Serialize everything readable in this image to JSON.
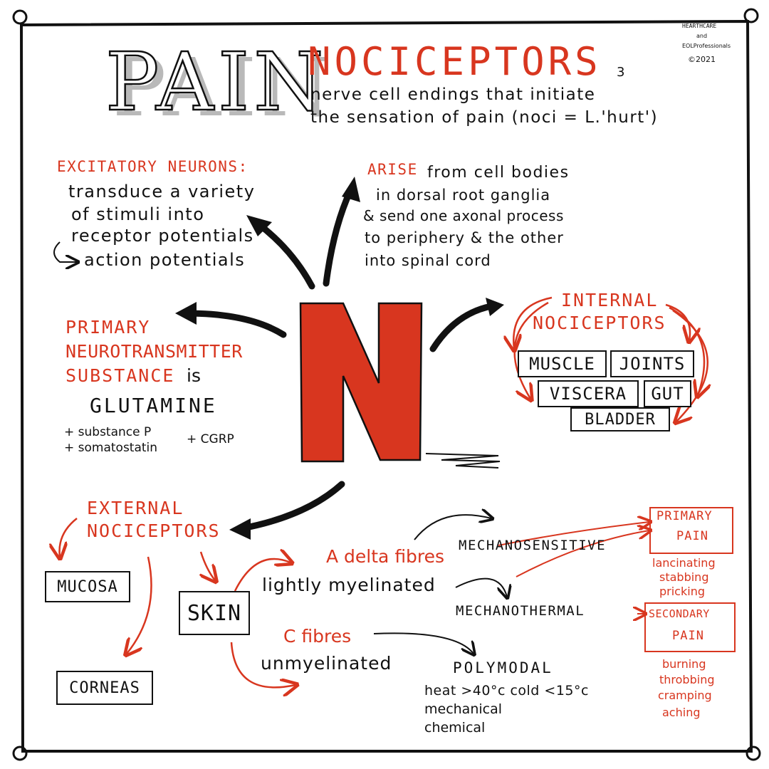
{
  "title": {
    "pain": "PAIN",
    "nociceptors": "NOCICEPTORS",
    "number": "3",
    "definition_line1": "nerve cell endings that initiate",
    "definition_line2": "the sensation of pain (noci = L.'hurt')"
  },
  "credit": {
    "line1": "HEARTHCARE",
    "line2": "and",
    "line3": "EOLProfessionals",
    "line4": "©2021"
  },
  "center_letter": "N",
  "excitatory": {
    "heading": "EXCITATORY NEURONS:",
    "line1": "transduce a variety",
    "line2": "of stimuli into",
    "line3": "receptor potentials",
    "line4": "action potentials"
  },
  "arise": {
    "keyword": "ARISE",
    "line1": "from cell bodies",
    "line2": "in dorsal root ganglia",
    "line3": "& send one axonal process",
    "line4": "to periphery & the other",
    "line5": "into spinal cord"
  },
  "neurotransmitter": {
    "line1": "PRIMARY",
    "line2": "NEUROTRANSMITTER",
    "line3": "SUBSTANCE",
    "is": "is",
    "glutamine": "GLUTAMINE",
    "extra1": "+ substance P",
    "extra2": "+ somatostatin",
    "extra3": "+ CGRP"
  },
  "internal": {
    "heading1": "INTERNAL",
    "heading2": "NOCICEPTORS",
    "items": [
      "MUSCLE",
      "JOINTS",
      "VISCERA",
      "GUT",
      "BLADDER"
    ]
  },
  "external": {
    "heading1": "EXTERNAL",
    "heading2": "NOCICEPTORS",
    "mucosa": "MUCOSA",
    "skin": "SKIN",
    "corneas": "CORNEAS"
  },
  "fibres": {
    "adelta": "A delta fibres",
    "adelta_desc": "lightly myelinated",
    "c": "C fibres",
    "c_desc": "unmyelinated",
    "mechanosensitive": "MECHANOSENSITIVE",
    "mechanothermal": "MECHANOTHERMAL",
    "polymodal": "POLYMODAL",
    "poly1": "heat >40°c cold <15°c",
    "poly2": "mechanical",
    "poly3": "chemical"
  },
  "primary_pain": {
    "label1": "PRIMARY",
    "label2": "PAIN",
    "desc1": "lancinating",
    "desc2": "stabbing",
    "desc3": "pricking"
  },
  "secondary_pain": {
    "label1": "SECONDARY",
    "label2": "PAIN",
    "desc1": "burning",
    "desc2": "throbbing",
    "desc3": "cramping",
    "desc4": "aching"
  },
  "colors": {
    "accent": "#d8361f",
    "ink": "#111111",
    "shadow": "#b9b9b9"
  }
}
